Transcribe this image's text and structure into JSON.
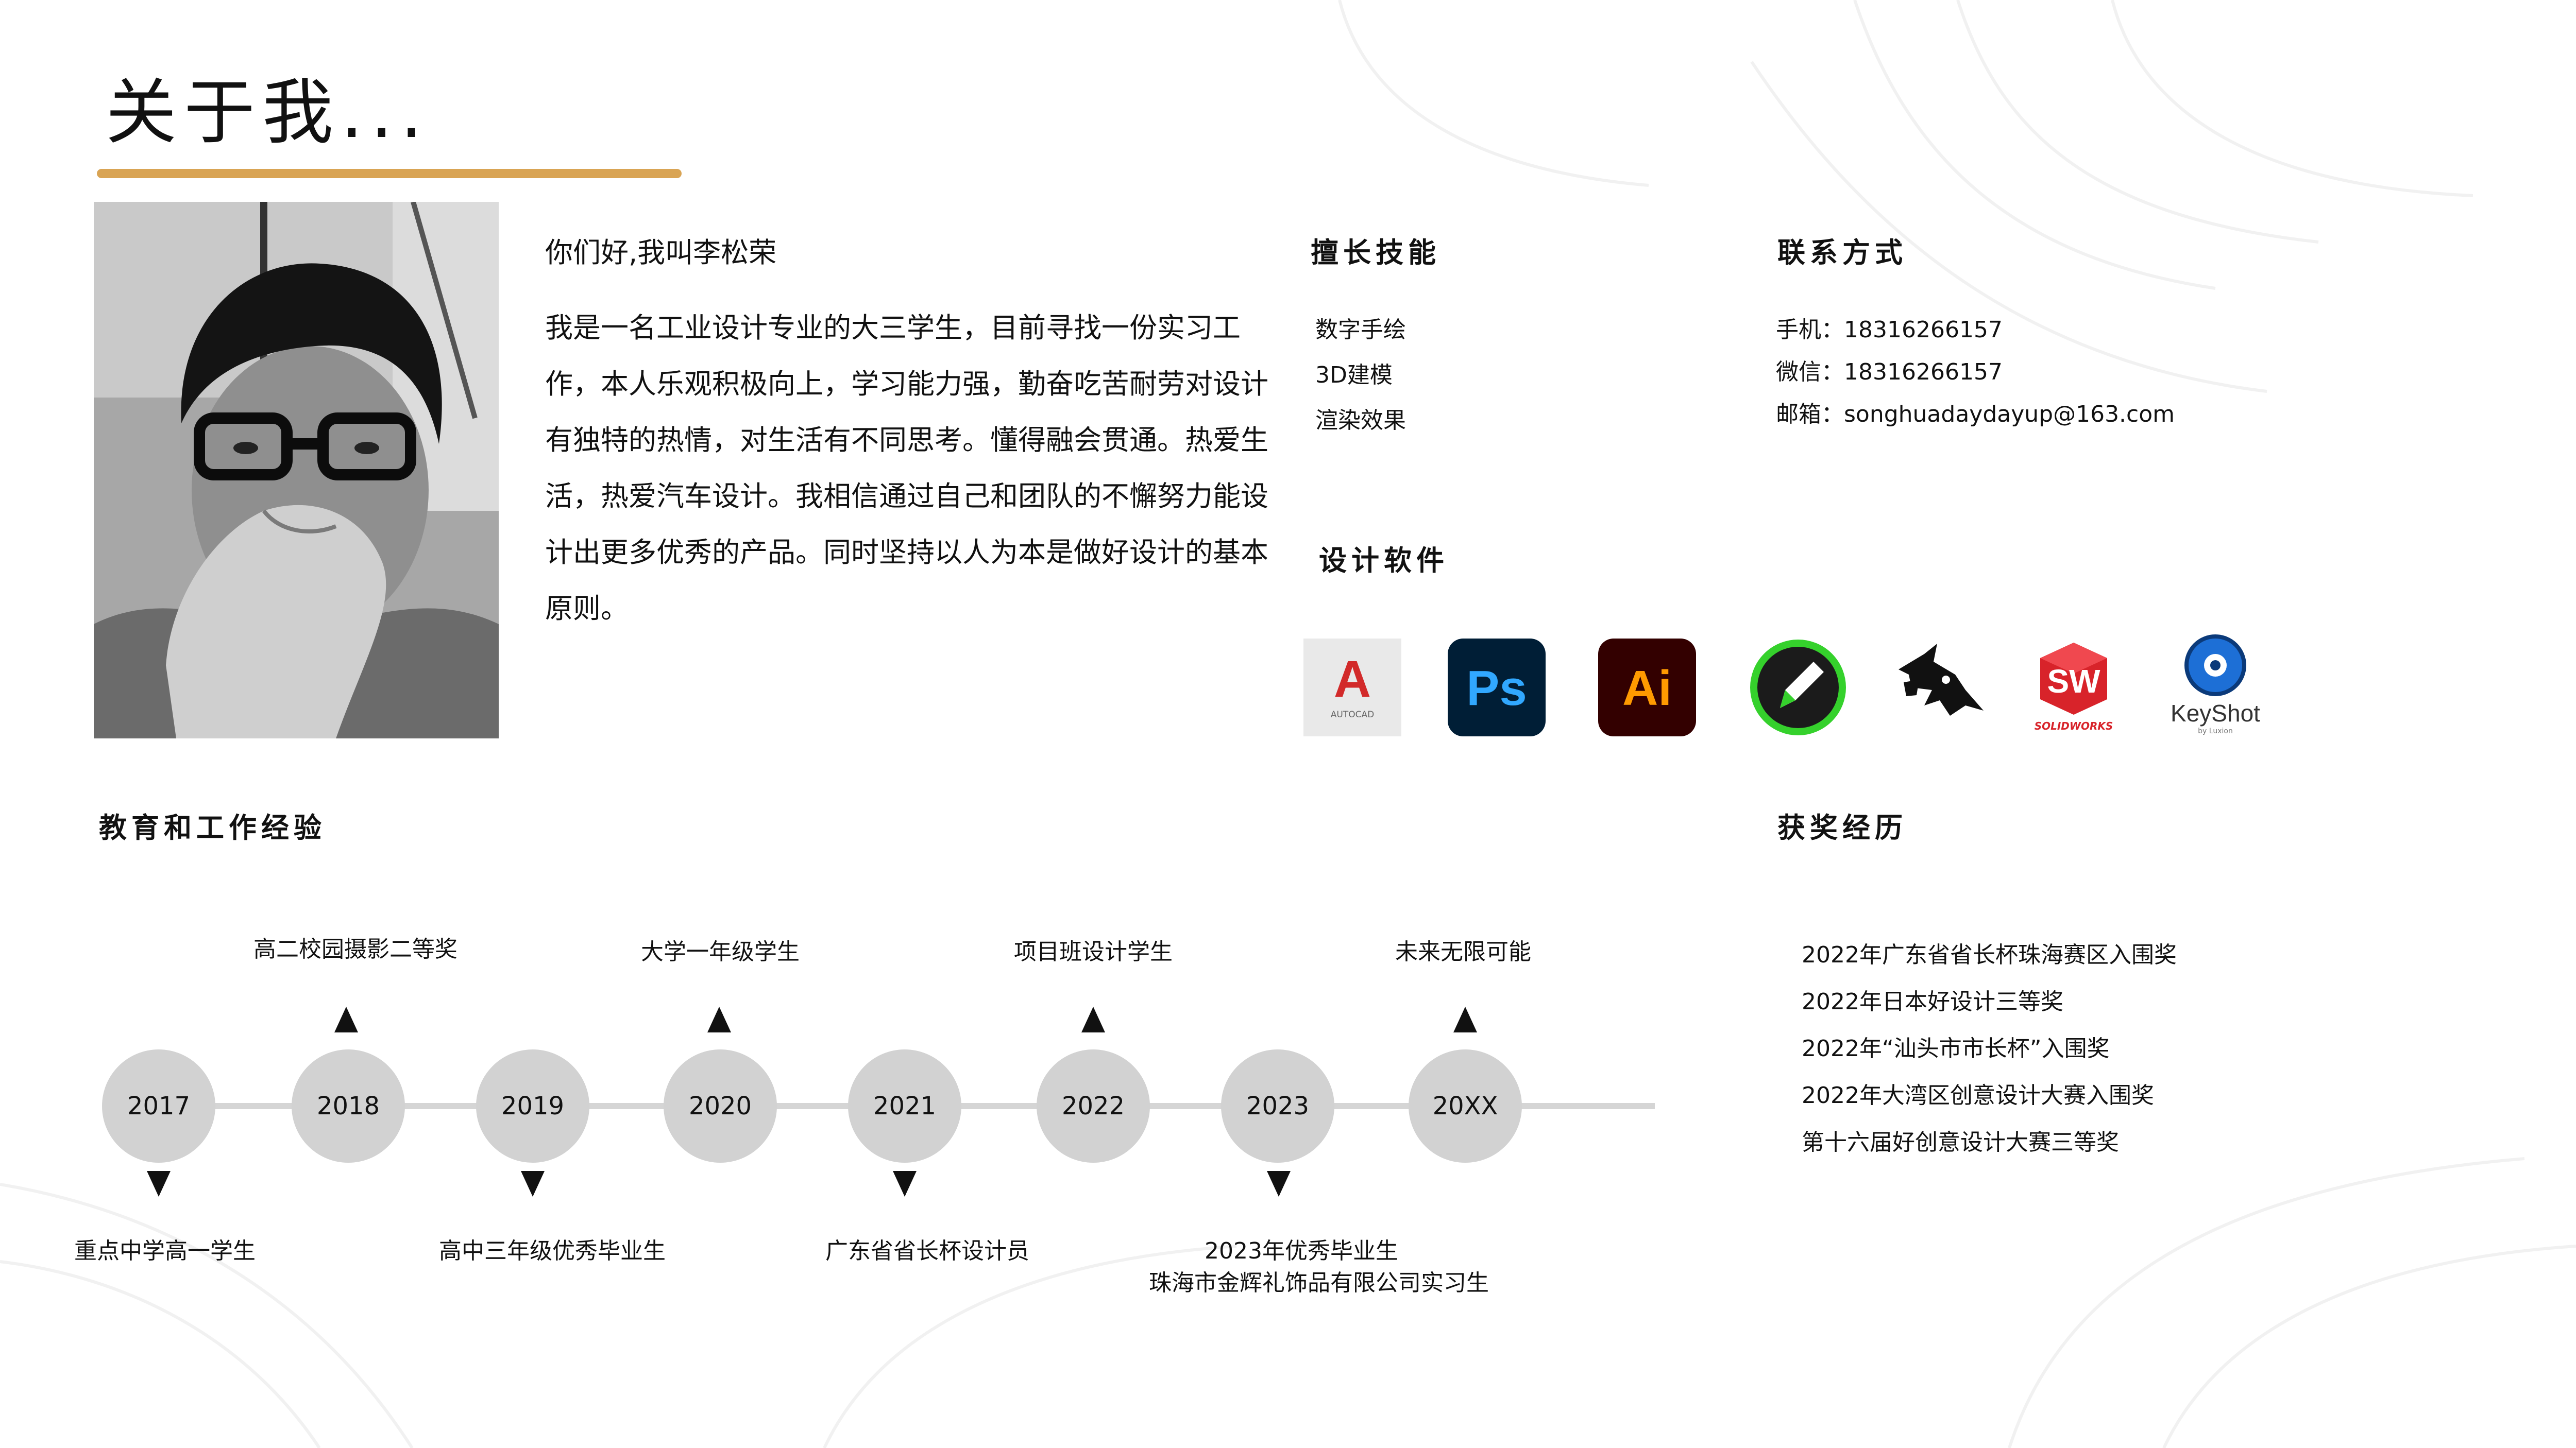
{
  "header": {
    "title": "关于我..."
  },
  "about": {
    "greeting": "你们好,我叫李松荣",
    "intro": "我是一名工业设计专业的大三学生，目前寻找一份实习工作，本人乐观积极向上，学习能力强，勤奋吃苦耐劳对设计有独特的热情，对生活有不同思考。懂得融会贯通。热爱生活，热爱汽车设计。我相信通过自己和团队的不懈努力能设计出更多优秀的产品。同时坚持以人为本是做好设计的基本原则。"
  },
  "skills": {
    "title": "擅长技能",
    "items": [
      "数字手绘",
      "3D建模",
      "渲染效果"
    ]
  },
  "contact": {
    "title": "联系方式",
    "items": [
      "手机：18316266157",
      "微信：18316266157",
      "邮箱：songhuadaydayup@163.com"
    ]
  },
  "software": {
    "title": "设计软件",
    "items": [
      {
        "name": "AutoCAD",
        "icon": "autocad-icon",
        "glyph": "A",
        "caption": "AUTOCAD",
        "color": "#d22a2a"
      },
      {
        "name": "Photoshop",
        "icon": "photoshop-icon",
        "glyph": "Ps",
        "color": "#31a8ff",
        "bg": "#001e36"
      },
      {
        "name": "Illustrator",
        "icon": "illustrator-icon",
        "glyph": "Ai",
        "color": "#ff9a00",
        "bg": "#330000"
      },
      {
        "name": "SketchBook",
        "icon": "sketchbook-icon",
        "color": "#35d12c"
      },
      {
        "name": "Rhino",
        "icon": "rhino-icon"
      },
      {
        "name": "SolidWorks",
        "icon": "solidworks-icon",
        "glyph": "SW",
        "caption": "SOLIDWORKS",
        "color": "#d8232a"
      },
      {
        "name": "KeyShot",
        "icon": "keyshot-icon",
        "glyph": "KeyShot",
        "caption": "by Luxion",
        "color": "#1d6fd6"
      }
    ]
  },
  "experience": {
    "title": "教育和工作经验",
    "years": [
      "2017",
      "2018",
      "2019",
      "2020",
      "2021",
      "2022",
      "2023",
      "20XX"
    ],
    "above": [
      "高二校园摄影二等奖",
      "大学一年级学生",
      "项目班设计学生",
      "未来无限可能"
    ],
    "below": [
      "重点中学高一学生",
      "高中三年级优秀毕业生",
      "广东省省长杯设计员",
      "2023年优秀毕业生",
      "珠海市金辉礼饰品有限公司实习生"
    ]
  },
  "awards": {
    "title": "获奖经历",
    "items": [
      "2022年广东省省长杯珠海赛区入围奖",
      "2022年日本好设计三等奖",
      "2022年“汕头市市长杯”入围奖",
      "2022年大湾区创意设计大赛入围奖",
      "第十六届好创意设计大赛三等奖"
    ]
  },
  "colors": {
    "accent": "#d9a454",
    "timeline": "#d2d2d2"
  }
}
